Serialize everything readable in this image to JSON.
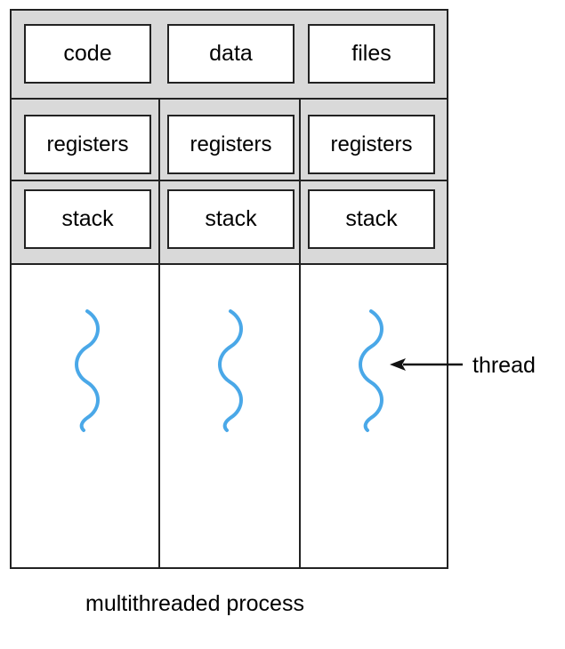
{
  "shared": {
    "code": "code",
    "data": "data",
    "files": "files"
  },
  "threads": [
    {
      "registers": "registers",
      "stack": "stack"
    },
    {
      "registers": "registers",
      "stack": "stack"
    },
    {
      "registers": "registers",
      "stack": "stack"
    }
  ],
  "annotation": {
    "thread_label": "thread"
  },
  "caption": "multithreaded process",
  "colors": {
    "panel_gray": "#d9d9d9",
    "border": "#222222",
    "thread_wave": "#4aa8e8",
    "arrow": "#111111"
  }
}
